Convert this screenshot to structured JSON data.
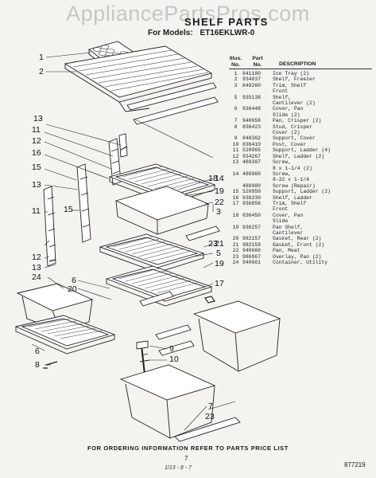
{
  "watermark": "AppliancePartsPros.com",
  "header": {
    "title": "SHELF PARTS",
    "models_label": "For Models:",
    "model": "ET16EKLWR-0"
  },
  "table": {
    "headers": {
      "illus": "Illus.\nNo.",
      "part": "Part\nNo.",
      "desc": "DESCRIPTION"
    },
    "rows": [
      {
        "n": "1",
        "p": "841180",
        "d": "Ice Tray (2)"
      },
      {
        "n": "2",
        "p": "934037",
        "d": "Shelf, Freezer"
      },
      {
        "n": "3",
        "p": "849260",
        "d": "Trim, Shelf"
      },
      {
        "n": "",
        "p": "",
        "d": "Front"
      },
      {
        "n": "5",
        "p": "935138",
        "d": "Shelf,"
      },
      {
        "n": "",
        "p": "",
        "d": "Cantilever (2)"
      },
      {
        "n": "6",
        "p": "836448",
        "d": "Cover, Pan"
      },
      {
        "n": "",
        "p": "",
        "d": "Slide (2)"
      },
      {
        "n": "7",
        "p": "940658",
        "d": "Pan, Crisper (2)"
      },
      {
        "n": "8",
        "p": "836423",
        "d": "Stud, Crisper"
      },
      {
        "n": "",
        "p": "",
        "d": "Cover (2)"
      },
      {
        "n": "9",
        "p": "848362",
        "d": "Support, Cover"
      },
      {
        "n": "10",
        "p": "836410",
        "d": "Post, Cover"
      },
      {
        "n": "11",
        "p": "520965",
        "d": "Support, Ladder (4)"
      },
      {
        "n": "12",
        "p": "934267",
        "d": "Shelf, Ladder (2)"
      },
      {
        "n": "13",
        "p": "488387",
        "d": "Screw,"
      },
      {
        "n": "",
        "p": "",
        "d": "8 x 1-1/4 (2)"
      },
      {
        "n": "14",
        "p": "488960",
        "d": "Screw,"
      },
      {
        "n": "",
        "p": "",
        "d": "8-32 x 1-1/4"
      },
      {
        "n": "",
        "p": "488980",
        "d": "Screw (Repair)"
      },
      {
        "n": "15",
        "p": "520959",
        "d": "Support, Ladder (2)"
      },
      {
        "n": "16",
        "p": "936230",
        "d": "Shelf, Ladder"
      },
      {
        "n": "17",
        "p": "936856",
        "d": "Trim, Shelf"
      },
      {
        "n": "",
        "p": "",
        "d": "Front"
      },
      {
        "n": "18",
        "p": "836450",
        "d": "Cover, Pan"
      },
      {
        "n": "",
        "p": "",
        "d": "Slide"
      },
      {
        "n": "19",
        "p": "936257",
        "d": "Pan Shelf,"
      },
      {
        "n": "",
        "p": "",
        "d": "Cantilever"
      },
      {
        "n": "20",
        "p": "982157",
        "d": "Gasket, Rear (2)"
      },
      {
        "n": "21",
        "p": "982159",
        "d": "Gasket, Front (2)"
      },
      {
        "n": "22",
        "p": "940660",
        "d": "Pan, Meat"
      },
      {
        "n": "23",
        "p": "986967",
        "d": "Overlay, Pan (2)"
      },
      {
        "n": "24",
        "p": "940661",
        "d": "Container, Utility"
      }
    ]
  },
  "callouts": [
    "1",
    "2",
    "13",
    "11",
    "12",
    "16",
    "15",
    "13",
    "11",
    "15",
    "12",
    "13",
    "24",
    "6",
    "20",
    "8",
    "14",
    "18",
    "19",
    "22",
    "3",
    "21",
    "23",
    "5",
    "19",
    "17",
    "9",
    "10",
    "7",
    "23"
  ],
  "footer": "FOR ORDERING INFORMATION REFER TO PARTS PRICE LIST",
  "page_number": "7",
  "drawing_number": "877219",
  "hand_note": "1/13 - 8 - 7"
}
